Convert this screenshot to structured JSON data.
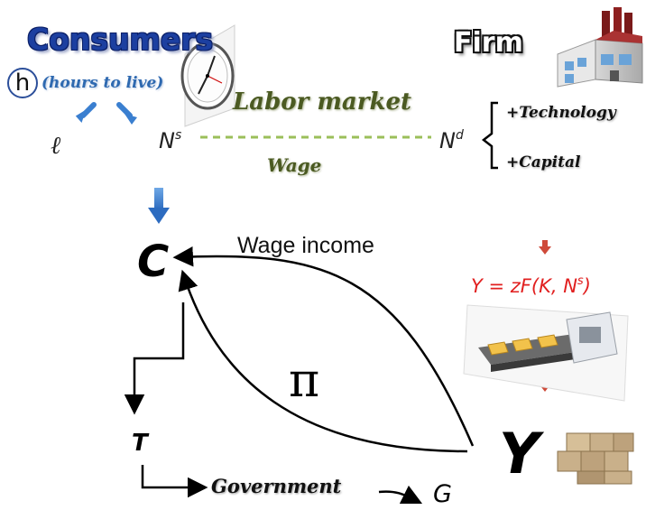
{
  "header": {
    "consumers": "Consumers",
    "firm": "Firm"
  },
  "consumer_side": {
    "h_symbol": "h",
    "hours_label": "(hours to live)",
    "leisure_symbol": "ℓ",
    "labor_supply": {
      "base": "N",
      "sup": "s"
    }
  },
  "labor_market": {
    "title": "Labor market",
    "wage": "Wage",
    "labor_demand": {
      "base": "N",
      "sup": "d"
    }
  },
  "firm_side": {
    "factors": [
      "+Technology",
      "+Capital"
    ],
    "production_function": "Y = zF(K, N",
    "production_sup": "s",
    "production_close": ")"
  },
  "flow": {
    "consumption": "C",
    "wage_income": "Wage income",
    "profit": "π",
    "taxes": "T",
    "government": "Government",
    "output": "Y",
    "gov_spending": "G"
  },
  "icons": [
    "clock-icon",
    "factory-icon",
    "conveyor-belt-icon",
    "boxes-icon",
    "down-arrow-icon"
  ],
  "colors": {
    "consumers": "#1c3fa0",
    "hours_label": "#2e69b0",
    "labor_market": "#4b5a22",
    "dashed_line": "#9bbf5a",
    "production": "#e11f1f",
    "blue_arrow": "#3a7fd0",
    "red_arrow": "#cf4a3a"
  }
}
